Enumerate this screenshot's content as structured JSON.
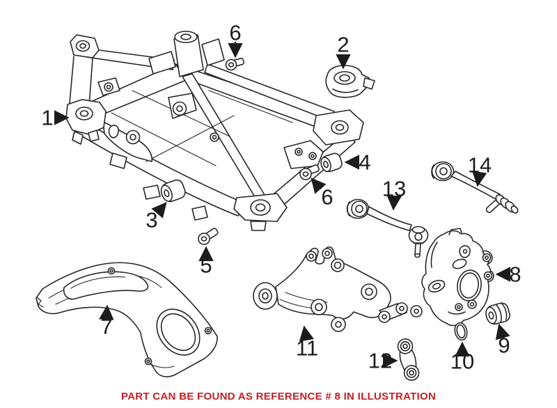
{
  "callouts": {
    "c1": "1",
    "c2": "2",
    "c3": "3",
    "c4": "4",
    "c5": "5",
    "c6_top": "6",
    "c6_mid": "6",
    "c7": "7",
    "c8": "8",
    "c9": "9",
    "c10": "10",
    "c11": "11",
    "c12": "12",
    "c13": "13",
    "c14": "14"
  },
  "note": {
    "text": "PART CAN BE FOUND AS REFERENCE # 8 IN ILLUSTRATION",
    "color": "#c41f26"
  },
  "colors": {
    "line": "#262626",
    "background": "#ffffff"
  }
}
